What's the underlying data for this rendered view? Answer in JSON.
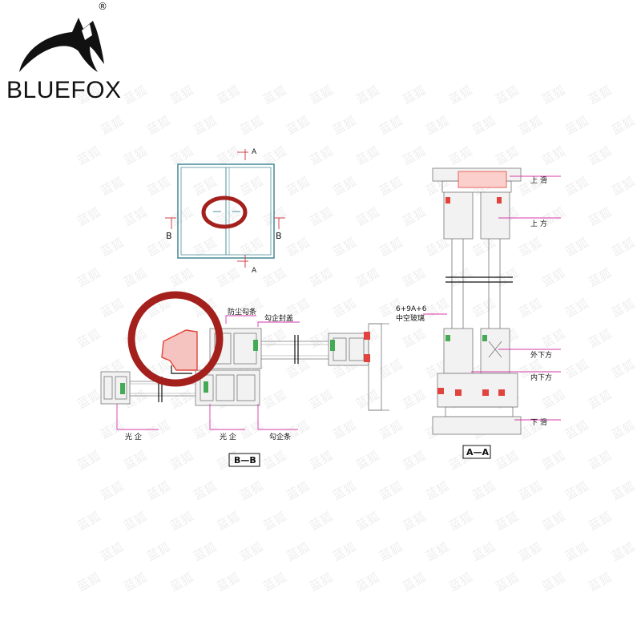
{
  "brand": {
    "name": "BLUEFOX",
    "registered_mark": "®"
  },
  "colors": {
    "frame_teal": "#4f8f9a",
    "pointer_magenta": "#d63aa8",
    "seal_red": "#e0443c",
    "highlight_circle": "#a4201d",
    "profile_grey": "#777777",
    "gasket_green": "#44aa55"
  },
  "elevation": {
    "section_marks": [
      "A",
      "A",
      "B",
      "B"
    ]
  },
  "section_bb": {
    "title": "B—B",
    "callouts": [
      "防尘勾条",
      "勾企封盖",
      "光 企",
      "光 企",
      "勾企条"
    ]
  },
  "section_aa": {
    "title": "A—A",
    "callouts": [
      "上 滑",
      "上 方",
      "外下方",
      "内下方",
      "下 滑"
    ],
    "glass_spec": [
      "6+9A+6",
      "中空玻璃"
    ]
  },
  "watermark": {
    "text": "蓝狐"
  },
  "icons": {
    "logo": "fox-head-logo",
    "highlight": "red-highlight-circle"
  }
}
